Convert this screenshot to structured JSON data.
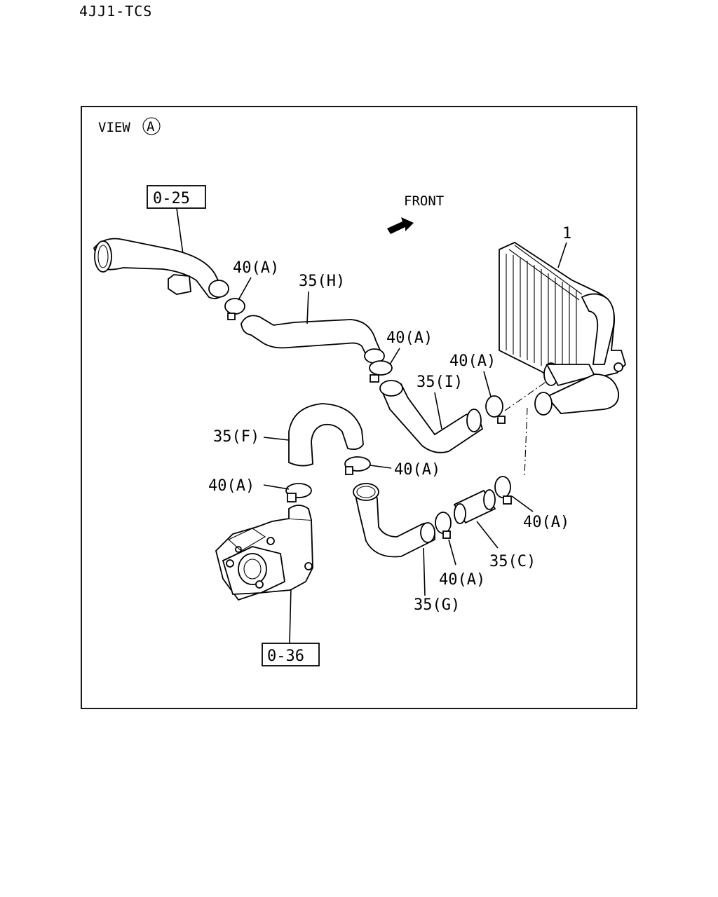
{
  "header": {
    "model_code": "4JJ1-TCS"
  },
  "view": {
    "label": "VIEW",
    "marker": "A"
  },
  "orientation": {
    "label": "FRONT"
  },
  "refs": {
    "ref_top": "0-25",
    "ref_bottom": "0-36"
  },
  "callouts": {
    "part1": "1",
    "hose_h": "35(H)",
    "hose_i": "35(I)",
    "hose_f": "35(F)",
    "hose_g": "35(G)",
    "hose_c": "35(C)",
    "clamp_1": "40(A)",
    "clamp_2": "40(A)",
    "clamp_3": "40(A)",
    "clamp_4": "40(A)",
    "clamp_5": "40(A)",
    "clamp_6": "40(A)",
    "clamp_7": "40(A)"
  }
}
